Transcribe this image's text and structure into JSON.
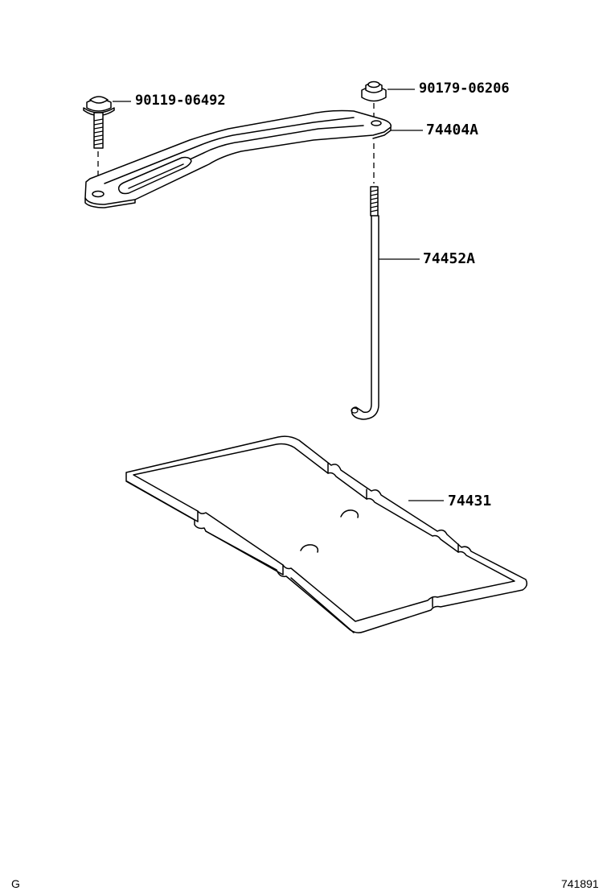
{
  "parts": {
    "bolt": "90119-06492",
    "nut": "90179-06206",
    "clamp": "74404A",
    "rod": "74452A",
    "tray": "74431"
  },
  "footer": {
    "left": "G",
    "right": "741891"
  }
}
